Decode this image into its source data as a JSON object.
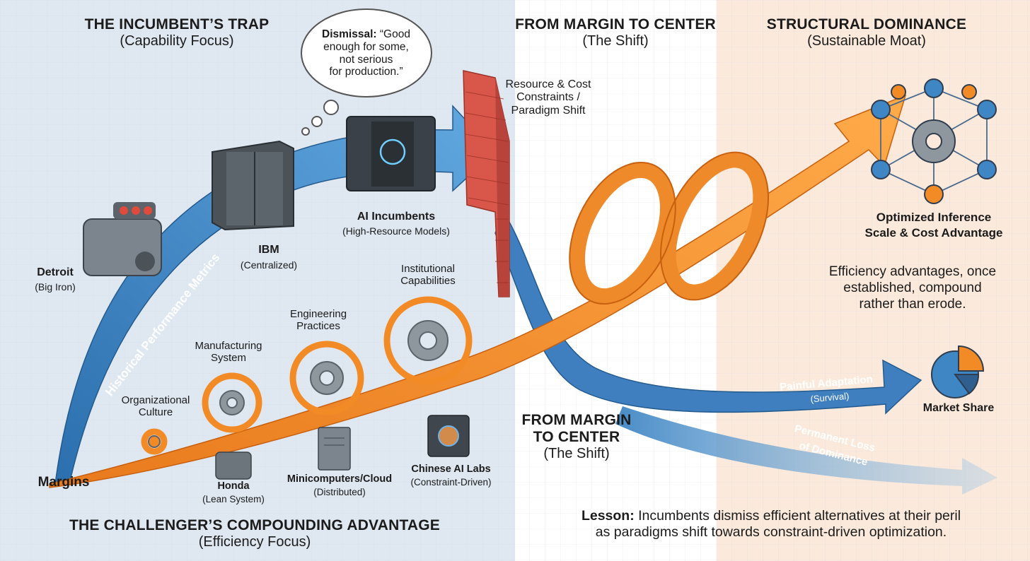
{
  "sections": {
    "trap": {
      "title": "THE INCUMBENT’S TRAP",
      "subtitle": "(Capability Focus)"
    },
    "shift_top": {
      "title": "FROM MARGIN TO CENTER",
      "subtitle": "(The Shift)"
    },
    "dominance": {
      "title": "STRUCTURAL DOMINANCE",
      "subtitle": "(Sustainable Moat)"
    },
    "challenger": {
      "title": "THE CHALLENGER’S COMPOUNDING ADVANTAGE",
      "subtitle": "(Efficiency Focus)"
    },
    "shift_mid": {
      "title_line1": "FROM MARGIN",
      "title_line2": "TO CENTER",
      "subtitle": "(The Shift)"
    }
  },
  "thought_bubble": {
    "bold": "Dismissal:",
    "line1": " “Good",
    "line2": "enough for some,",
    "line3": "not serious",
    "line4": "for production.”"
  },
  "wall_label": {
    "line1": "Resource & Cost",
    "line2": "Constraints /",
    "line3": "Paradigm Shift"
  },
  "incumbents": [
    {
      "name": "Detroit",
      "sub": "(Big Iron)"
    },
    {
      "name": "IBM",
      "sub": "(Centralized)"
    },
    {
      "name": "AI Incumbents",
      "sub": "(High-Resource Models)"
    }
  ],
  "curve_label": "Historical Performance Metrics",
  "margins_label": "Margins",
  "capabilities": [
    {
      "line1": "Organizational",
      "line2": "Culture"
    },
    {
      "line1": "Manufacturing",
      "line2": "System"
    },
    {
      "line1": "Engineering",
      "line2": "Practices"
    },
    {
      "line1": "Institutional",
      "line2": "Capabilities"
    }
  ],
  "challengers": [
    {
      "name": "Honda",
      "sub": "(Lean System)"
    },
    {
      "name": "Minicomputers/Cloud",
      "sub": "(Distributed)"
    },
    {
      "name": "Chinese AI Labs",
      "sub": "(Constraint-Driven)"
    }
  ],
  "moat": {
    "line1": "Optimized Inference",
    "line2": "Scale & Cost Advantage",
    "desc1": "Efficiency advantages, once",
    "desc2": "established, compound",
    "desc3": "rather than erode."
  },
  "adaptation": {
    "label": "Painful Adaptation",
    "sub": "(Survival)"
  },
  "loss": {
    "line1": "Permanent Loss",
    "line2": "of Dominance"
  },
  "market_share": "Market Share",
  "lesson": {
    "bold": "Lesson:",
    "line1": " Incumbents dismiss efficient alternatives at their peril",
    "line2": "as paradigms shift towards constraint-driven optimization."
  },
  "colors": {
    "blue": "#3f86c4",
    "orange": "#f28a26",
    "wall": "#d9574a",
    "left_bg": "#dfe8f1",
    "right_bg": "#fbeadb"
  }
}
